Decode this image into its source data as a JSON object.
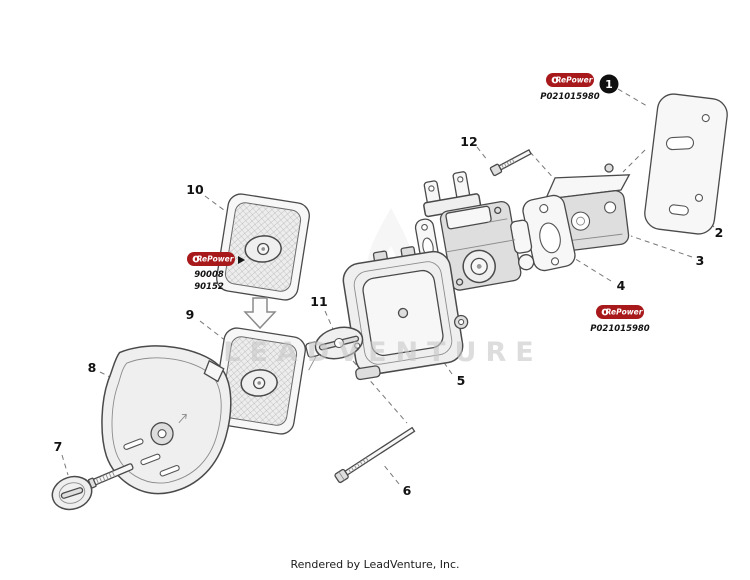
{
  "brand": "RePower",
  "watermark": "LEADVENTURE",
  "footer": "Rendered by LeadVenture, Inc.",
  "badges": {
    "top_part_number": "P021015980",
    "right_part_number": "P021015980",
    "left_numbers": [
      "90008",
      "90152"
    ]
  },
  "callouts": {
    "c1": "1",
    "c2": "2",
    "c3": "3",
    "c4": "4",
    "c5": "5",
    "c6": "6",
    "c7": "7",
    "c8": "8",
    "c9": "9",
    "c10": "10",
    "c11": "11",
    "c12": "12"
  }
}
